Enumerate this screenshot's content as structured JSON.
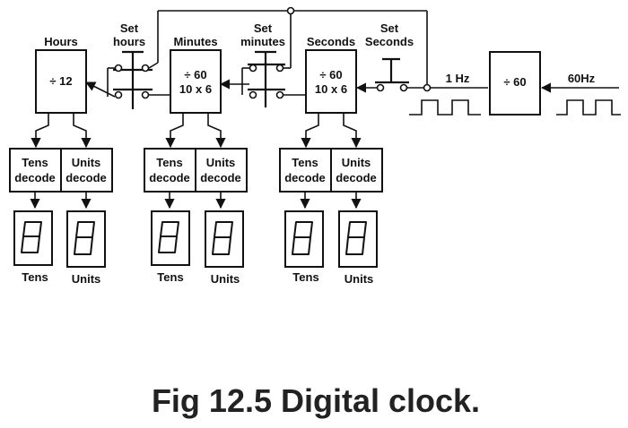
{
  "caption": "Fig 12.5 Digital clock.",
  "counters": {
    "hours": {
      "title": "Hours",
      "line1": "÷ 12",
      "line2": ""
    },
    "minutes": {
      "title": "Minutes",
      "line1": "÷ 60",
      "line2": "10 x 6"
    },
    "seconds": {
      "title": "Seconds",
      "line1": "÷ 60",
      "line2": "10 x 6"
    },
    "prescaler": {
      "line1": "÷ 60"
    }
  },
  "switches": {
    "hours": {
      "line1": "Set",
      "line2": "hours"
    },
    "minutes": {
      "line1": "Set",
      "line2": "minutes"
    },
    "seconds": {
      "line1": "Set",
      "line2": "Seconds"
    }
  },
  "signals": {
    "one_hz": "1 Hz",
    "sixty_hz": "60Hz"
  },
  "decoders": {
    "tens": {
      "line1": "Tens",
      "line2": "decode"
    },
    "units": {
      "line1": "Units",
      "line2": "decode"
    }
  },
  "display_labels": {
    "tens": "Tens",
    "units": "Units"
  }
}
